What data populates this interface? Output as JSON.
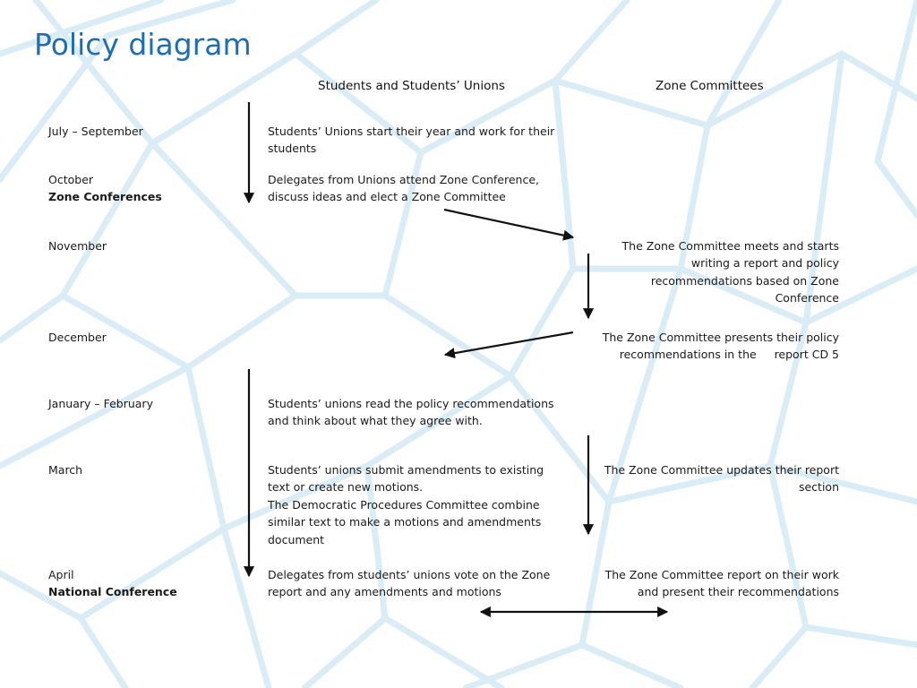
{
  "title": "Policy diagram",
  "columns": {
    "left": "Students and Students’ Unions",
    "right": "Zone Committees"
  },
  "rows": [
    {
      "period": "July – September",
      "event": "",
      "students": "Students’ Unions start their year and work for their students",
      "zone": ""
    },
    {
      "period": "October",
      "event": "Zone Conferences",
      "students": "Delegates from Unions attend Zone Conference, discuss ideas and elect a Zone Committee",
      "zone": ""
    },
    {
      "period": "November",
      "event": "",
      "students": "",
      "zone": "The Zone Committee meets and starts writing a report and policy recommendations based on Zone Conference"
    },
    {
      "period": "December",
      "event": "",
      "students": "",
      "zone": "The Zone Committee presents their policy recommendations in the     report CD 5"
    },
    {
      "period": "January – February",
      "event": "",
      "students": "Students’ unions read the policy recommendations and think about what they agree with.",
      "zone": ""
    },
    {
      "period": "March",
      "event": "",
      "students": "Students’ unions submit amendments to existing text or create new motions.",
      "students_extra": "The Democratic Procedures Committee combine similar text to make a motions and amendments document",
      "zone": "The Zone Committee updates their report section"
    },
    {
      "period": "April",
      "event": "National Conference",
      "students": "Delegates from students’ unions vote on the Zone report and any amendments and motions",
      "zone": "The Zone Committee report on their work and present their recommendations"
    }
  ],
  "colors": {
    "title": "#1f6db3",
    "background_lines": "#d4e8f3",
    "arrows": "#111111"
  }
}
